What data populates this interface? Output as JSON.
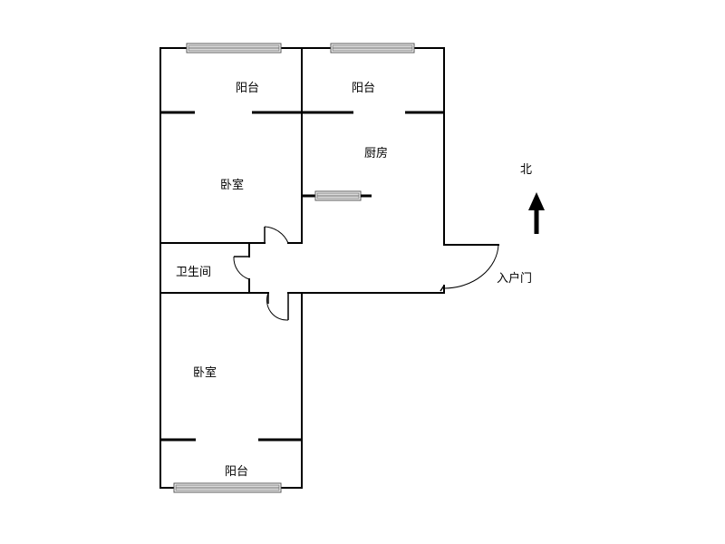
{
  "rooms": {
    "balcony_nw": "阳台",
    "balcony_ne": "阳台",
    "kitchen": "厨房",
    "bedroom_upper": "卧室",
    "bathroom": "卫生间",
    "bedroom_lower": "卧室",
    "balcony_south": "阳台"
  },
  "entrance_label": "入户门",
  "north_label": "北",
  "colors": {
    "wall": "#000000",
    "window_glass": "#d9d9d9",
    "background": "#ffffff"
  }
}
